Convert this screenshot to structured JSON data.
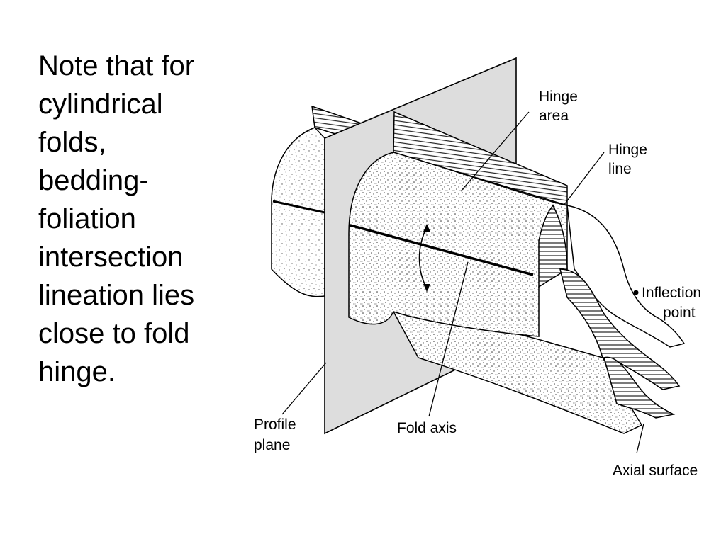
{
  "note": {
    "lines": [
      "Note that for",
      "cylindrical",
      "folds,",
      "bedding-",
      "foliation",
      "intersection",
      "lineation lies",
      "close to fold",
      "hinge."
    ]
  },
  "diagram": {
    "labels": {
      "hinge_area": [
        "Hinge",
        "area"
      ],
      "hinge_line": [
        "Hinge",
        "line"
      ],
      "inflection_point": [
        "Inflection",
        "point"
      ],
      "profile_plane": [
        "Profile",
        "plane"
      ],
      "fold_axis": "Fold axis",
      "axial_surface": "Axial surface"
    }
  }
}
